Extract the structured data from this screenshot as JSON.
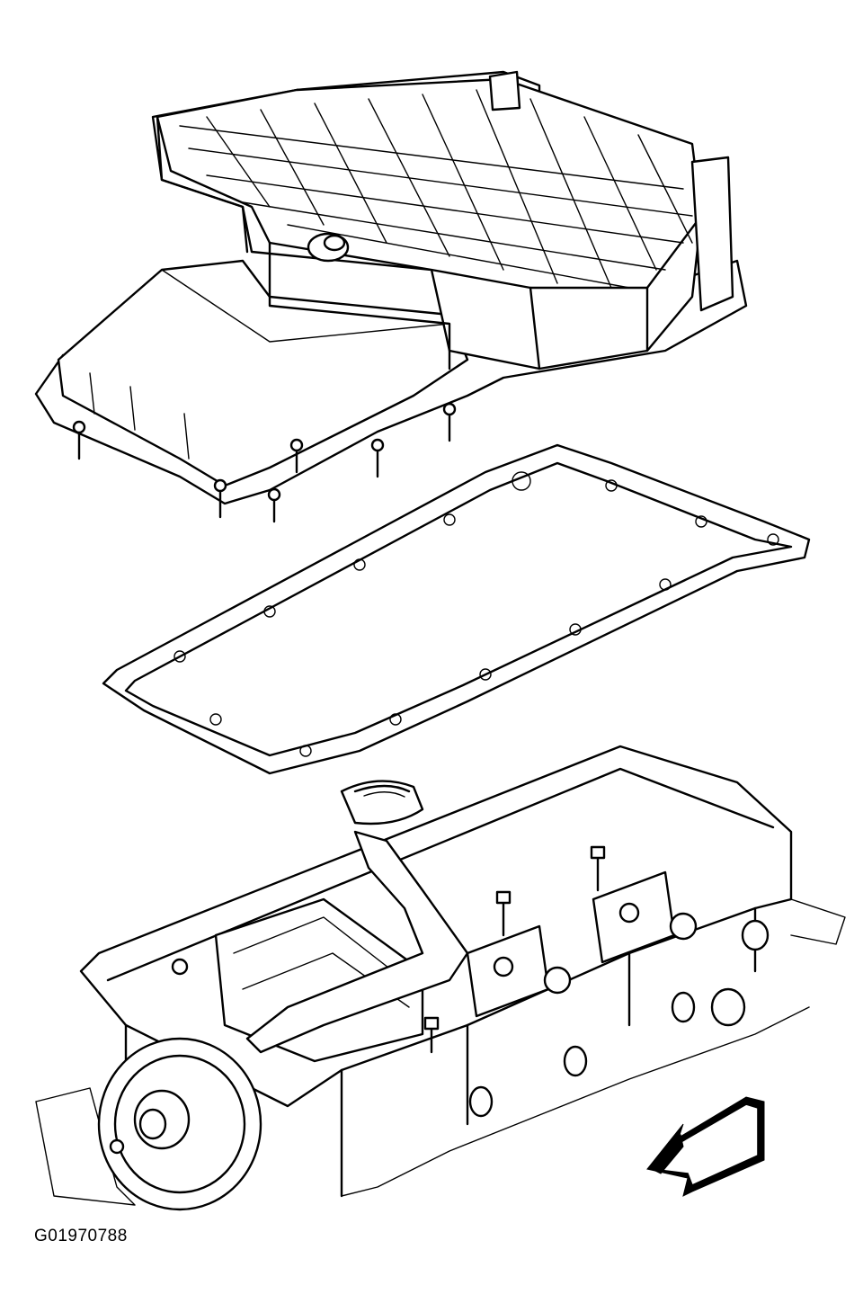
{
  "figure": {
    "id_label": "G01970788",
    "parts": [
      "oil-pan",
      "oil-pan-gasket",
      "engine-block",
      "oil-pickup-tube",
      "front-direction-arrow"
    ]
  }
}
